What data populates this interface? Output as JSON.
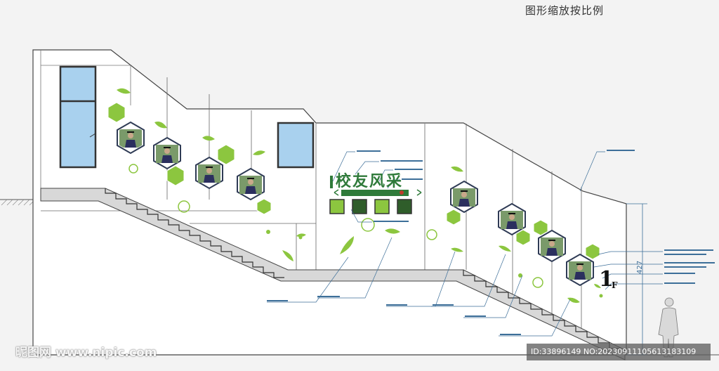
{
  "header": {
    "scale_note": "图形缩放按比例"
  },
  "wall": {
    "title": "校友风采",
    "floor_label": "1",
    "floor_sub": "F",
    "dimension": "427"
  },
  "watermark": {
    "site": "昵图网 www.nipic.com",
    "id_line": "ID:33896149 NO:20230911105613183109"
  },
  "colors": {
    "leaf_green": "#8cc63f",
    "frame_dark": "#2f3b55",
    "window_blue": "#a9d1ee",
    "callout_blue": "#3d6f99"
  }
}
